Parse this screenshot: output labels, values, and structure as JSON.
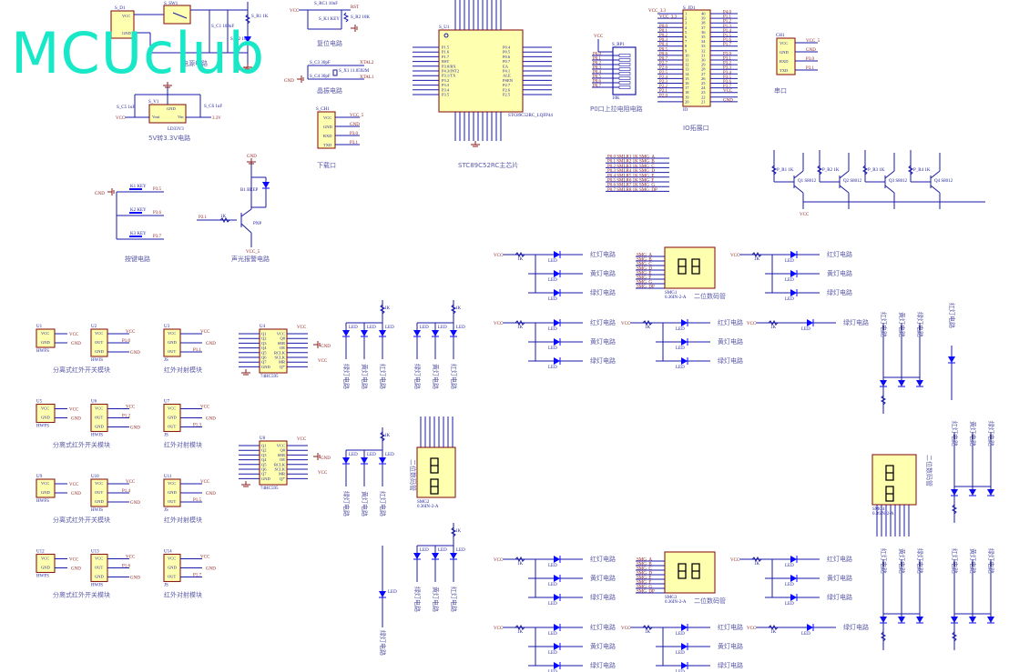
{
  "watermark": "MCUclub",
  "captions": {
    "power": "电源电路",
    "ldo": "5V转3.3V电路",
    "reset": "复位电路",
    "crystal": "晶振电路",
    "download": "下载口",
    "keys": "按键电路",
    "alarm": "声光报警电路",
    "mcu": "STC89C52RC主芯片",
    "pullup": "P0口上拉电阻电路",
    "io": "IO拓展口",
    "uart": "串口",
    "ir_switch": "分离式红外开关模块",
    "ir_beam": "红外对射模块",
    "red": "红灯电路",
    "yellow": "黄灯电路",
    "green": "绿灯电路",
    "seg": "二位数码管"
  },
  "nets": {
    "vcc": "VCC",
    "gnd": "GND",
    "vcc5": "VCC_5",
    "v33": "3.3V",
    "vcc33": "VCC_3.3"
  },
  "power": {
    "reg": "S_D1",
    "switch": "S_SW1",
    "c1": "S_C1 100uF",
    "c2": "S_C2 10uF",
    "r1": "S_R1 1K",
    "d1": "S_D1"
  },
  "ldo": {
    "ref": "S_V1",
    "part": "LD33V3",
    "c5": "S_C5 1uF",
    "c6": "S_C6 1uF",
    "pins": [
      "Vout",
      "GND",
      "Vin"
    ]
  },
  "reset": {
    "cap": "S_RC1 10uF",
    "key": "S_K1 KEY",
    "res": "S_R2 10K",
    "net": "RST"
  },
  "crystal": {
    "c3": "S_C3 30pF",
    "c4": "S_C4 30pF",
    "x1": "S_X1 11.0592M",
    "nets": [
      "XTAL2",
      "XTAL1"
    ]
  },
  "download": {
    "ref": "S_CH1",
    "pins": [
      "VCC",
      "GND",
      "RXD",
      "TXD"
    ],
    "nets": [
      "VCC_5",
      "GND",
      "P3.0",
      "P3.1"
    ]
  },
  "uart": {
    "ref": "CH1",
    "pins": [
      "VCC",
      "GND",
      "RXD",
      "TXD"
    ],
    "nets": [
      "VCC_5",
      "GND",
      "P3.0",
      "P3.1"
    ]
  },
  "keys": [
    {
      "ref": "K1 KEY",
      "net": "P3.5"
    },
    {
      "ref": "K2 KEY",
      "net": "P3.6"
    },
    {
      "ref": "K3 KEY",
      "net": "P3.7"
    }
  ],
  "alarm": {
    "buzzer": "B1 BEEP",
    "res": "1K",
    "transistor": "PNP",
    "net": "P2.1"
  },
  "mcu": {
    "ref": "S_U1",
    "part": "STC89C52RC_LQFP44",
    "left_pins": [
      "P1.5",
      "P1.6",
      "P1.7",
      "RST",
      "P3.0/RX",
      "P4.3/INT2",
      "P3.1/TX",
      "P3.2",
      "P3.3",
      "P3.4",
      "P3.5"
    ],
    "right_pins": [
      "P0.4",
      "P0.5",
      "P0.6",
      "P0.7",
      "EA",
      "P4.1",
      "ALE",
      "PSEN",
      "P2.7",
      "P2.6",
      "P2.5"
    ]
  },
  "pullup": {
    "ref": "S_RP1",
    "part": "10K",
    "nets": [
      "P0.0",
      "P0.1",
      "P0.2",
      "P0.3",
      "P0.4",
      "P0.5",
      "P0.6",
      "P0.7"
    ]
  },
  "io": {
    "ref": "S_JD1",
    "part": "IO",
    "left_nets": [
      "",
      "VCC_3.3",
      "",
      "P0.0",
      "P0.1",
      "P0.2",
      "P0.3",
      "P0.4",
      "P0.5",
      "P0.6",
      "P0.7",
      "P2.7",
      "P2.6",
      "P2.5",
      "P2.4",
      "P2.3",
      "P2.2",
      "P2.1",
      "P2.0",
      ""
    ],
    "right_nets": [
      "P4.0",
      "P1.1",
      "P1.2",
      "P1.3",
      "P1.4",
      "P1.5",
      "P1.6",
      "P1.7",
      "",
      "P3.0",
      "P3.1",
      "P3.2",
      "P3.3",
      "P3.4",
      "P3.5",
      "P3.6",
      "P3.7",
      "VCC",
      "",
      "GND"
    ]
  },
  "smg_res": [
    "P0.0 SMLR1 1K SMG_A",
    "P0.1 SMLR2 1K SMG_B",
    "P0.2 SMLR3 1K SMG_C",
    "P0.3 SMLR4 1K SMG_D",
    "P0.4 SMLR5 1K SMG_E",
    "P0.5 SMLR6 1K SMG_F",
    "P0.6 SMLR7 1K SMG_G",
    "P0.7 SMLR8 1K SMG_DP"
  ],
  "transistors": [
    {
      "ref": "Q1 S8012",
      "res": "P_R1 1K"
    },
    {
      "ref": "Q2 S8012",
      "res": "P_R2 1K"
    },
    {
      "ref": "Q3 S8012",
      "res": "P_R3 1K"
    },
    {
      "ref": "Q4 S8012",
      "res": "P_R4 1K"
    }
  ],
  "modules": [
    {
      "a": "U1",
      "b": "U2",
      "c": "U3",
      "out_b": "P1.0",
      "out_c": "P1.1"
    },
    {
      "a": "U5",
      "b": "U6",
      "c": "U7",
      "out_b": "P1.2",
      "out_c": "P1.3"
    },
    {
      "a": "U9",
      "b": "U10",
      "c": "U11",
      "out_b": "P1.4",
      "out_c": "P1.5"
    },
    {
      "a": "U12",
      "b": "U13",
      "c": "U14",
      "out_b": "P1.6",
      "out_c": "P1.7"
    }
  ],
  "module_parts": {
    "a": "HWFS",
    "b": "HWJS",
    "c": "JS",
    "a_pins": [
      "VCC",
      "GND"
    ],
    "b_pins": [
      "VCC",
      "OUT",
      "GND"
    ],
    "c_pins": [
      "VCC",
      "GND",
      "OUT"
    ]
  },
  "shift_regs": [
    {
      "ref": "U4",
      "part": "74HC595"
    },
    {
      "ref": "U8",
      "part": "74HC595"
    }
  ],
  "shift_pins_left": [
    "Q1",
    "Q2",
    "Q3",
    "Q4",
    "Q5",
    "Q6",
    "Q7",
    "GND"
  ],
  "shift_pins_right": [
    "VCC",
    "Q0",
    "SER",
    "OE",
    "RCLK",
    "SCLK",
    "MR",
    "Q7'"
  ],
  "seg_displays": [
    {
      "ref": "SMG1",
      "part": "0.36IN-2-A"
    },
    {
      "ref": "SMG2",
      "part": "0.36IN-2-A"
    },
    {
      "ref": "SMG3",
      "part": "0.36IN-2-A"
    },
    {
      "ref": "SMG4",
      "part": "0.36IN-2-A"
    }
  ],
  "seg_nets": [
    "SMG_A",
    "SMG_B",
    "SMG_C",
    "SMG_D",
    "SMG_E",
    "SMG_F",
    "SMG_G",
    "SMG_DP"
  ],
  "led": {
    "part": "LED",
    "res": "1K"
  },
  "colors": {
    "wire": "#1a1aa8",
    "body": "#ffffb0",
    "border": "#8b1a1a",
    "net": "#8b1a1a",
    "caption": "#5a5aa8",
    "watermark": "#19e8c8",
    "led": "#0a0aff"
  }
}
